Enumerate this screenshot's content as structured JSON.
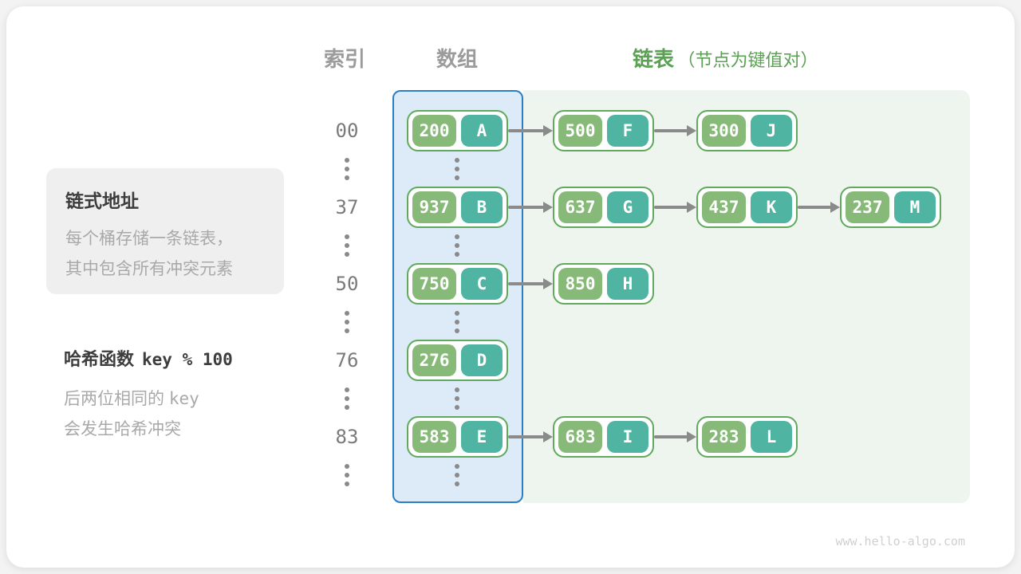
{
  "page": {
    "watermark": "www.hello-algo.com"
  },
  "headers": {
    "index": "索引",
    "array": "数组",
    "list": "链表",
    "list_note": "（节点为键值对）"
  },
  "info_box": {
    "title": "链式地址",
    "line1": "每个桶存储一条链表，",
    "line2": "其中包含所有冲突元素"
  },
  "hash_note": {
    "title_label": "哈希函数",
    "title_code": "key % 100",
    "line1_text": "后两位相同的",
    "line1_code": "key",
    "line2": "会发生哈希冲突"
  },
  "hash_table": {
    "rows": [
      {
        "index": "00",
        "bucket": {
          "key": "200",
          "value": "A"
        },
        "chain": [
          {
            "key": "500",
            "value": "F"
          },
          {
            "key": "300",
            "value": "J"
          }
        ]
      },
      {
        "index": "37",
        "bucket": {
          "key": "937",
          "value": "B"
        },
        "chain": [
          {
            "key": "637",
            "value": "G"
          },
          {
            "key": "437",
            "value": "K"
          },
          {
            "key": "237",
            "value": "M"
          }
        ]
      },
      {
        "index": "50",
        "bucket": {
          "key": "750",
          "value": "C"
        },
        "chain": [
          {
            "key": "850",
            "value": "H"
          }
        ]
      },
      {
        "index": "76",
        "bucket": {
          "key": "276",
          "value": "D"
        },
        "chain": []
      },
      {
        "index": "83",
        "bucket": {
          "key": "583",
          "value": "E"
        },
        "chain": [
          {
            "key": "683",
            "value": "I"
          },
          {
            "key": "283",
            "value": "L"
          }
        ]
      }
    ],
    "ellipsis_after_each_row": true
  },
  "colors": {
    "key_box": "#87ba79",
    "value_box": "#4fb5a2",
    "node_border": "#60a95f",
    "array_column_border": "#2a7fc2",
    "array_column_fill": "#ddeaf7",
    "linked_list_fill": "#edf5ee",
    "header_green": "#5ba153",
    "header_gray": "#9b9b9b",
    "arrow_gray": "#8a8a8a"
  }
}
